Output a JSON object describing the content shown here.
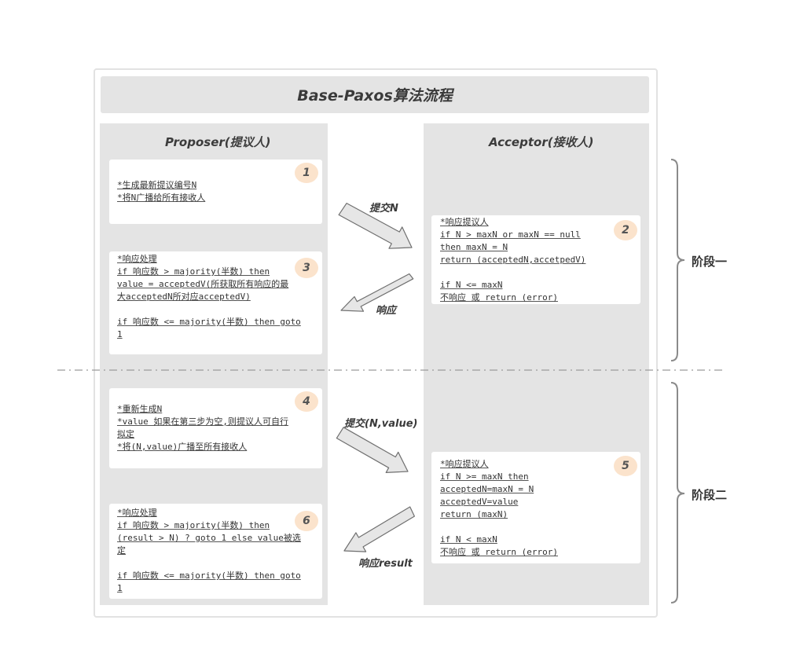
{
  "title": "Base-Paxos算法流程",
  "proposer": {
    "heading": "Proposer(提议人)"
  },
  "acceptor": {
    "heading": "Acceptor(接收人)"
  },
  "steps": {
    "s1": {
      "num": "1",
      "lines": [
        "*生成最新提议编号N",
        "*将N广播给所有接收人"
      ]
    },
    "s2": {
      "num": "2",
      "lines": [
        "*响应提议人",
        "if N > maxN or maxN == null",
        "then maxN = N",
        "return (acceptedN,accetpedV)",
        "",
        "if N <= maxN",
        "不响应 或 return (error)"
      ]
    },
    "s3": {
      "num": "3",
      "lines": [
        "*响应处理",
        "if 响应数 > majority(半数) then",
        "value = acceptedV(所获取所有响应的最",
        "大acceptedN所对应acceptedV)",
        "",
        "if 响应数 <= majority(半数) then goto",
        "1"
      ]
    },
    "s4": {
      "num": "4",
      "lines": [
        "*重新生成N",
        "*value 如果在第三步为空,则提议人可自行",
        "拟定",
        "*将(N,value)广播至所有接收人"
      ]
    },
    "s5": {
      "num": "5",
      "lines": [
        "*响应提议人",
        "if N >= maxN then",
        "acceptedN=maxN = N",
        "acceptedV=value",
        "return (maxN)",
        "",
        "if N < maxN",
        "不响应 或 return (error)"
      ]
    },
    "s6": {
      "num": "6",
      "lines": [
        "*响应处理",
        "if 响应数 > majority(半数) then",
        "(result > N) ? goto 1 else value被选",
        "定",
        "",
        "if 响应数 <= majority(半数) then goto",
        "1"
      ]
    }
  },
  "arrows": {
    "submit_n": "提交N",
    "response": "响应",
    "submit_n_value": "提交(N,value)",
    "response_result": "响应result"
  },
  "phases": {
    "phase1": "阶段一",
    "phase2": "阶段二"
  },
  "colors": {
    "panel": "#e4e4e4",
    "badge": "#fbe3cc",
    "arrow_fill": "#e6e6e6",
    "divider": "#9a9a9a"
  }
}
